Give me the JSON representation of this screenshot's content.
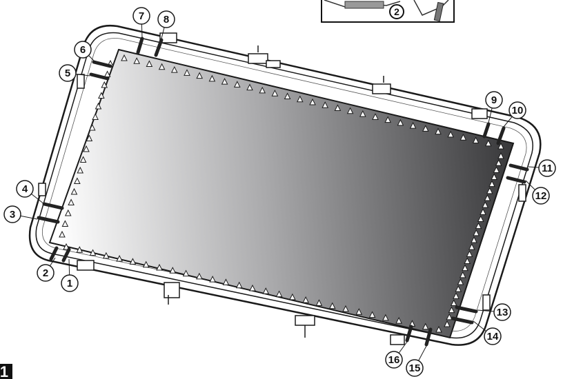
{
  "step": {
    "number": "1"
  },
  "inset": {
    "label": "2"
  },
  "callouts": [
    "1",
    "2",
    "3",
    "4",
    "5",
    "6",
    "7",
    "8",
    "9",
    "10",
    "11",
    "12",
    "13",
    "14",
    "15",
    "16"
  ],
  "colors": {
    "mat_light": "#ffffff",
    "mat_dark": "#3a3a3a",
    "line": "#1a1a1a",
    "frame_fill": "#ffffff",
    "strap": "#222222"
  }
}
